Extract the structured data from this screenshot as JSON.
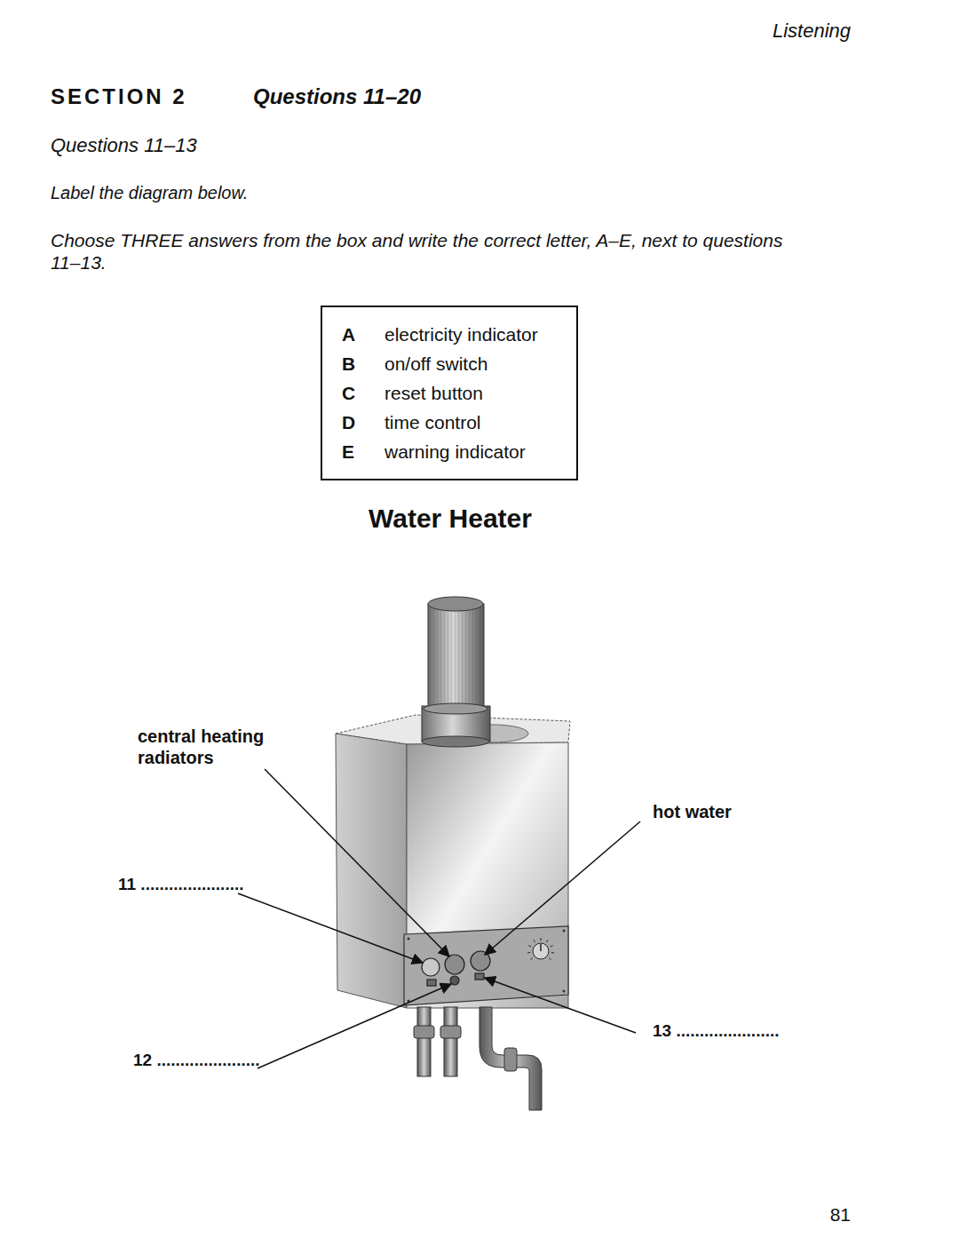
{
  "diagram": {
    "title": "Water Heater",
    "nodes": [
      {
        "text": [
          "A",
          "electricity indicator",
          "B",
          "on/off switch",
          "C",
          "reset button",
          "D",
          "time control",
          "E",
          "warning indicator"
        ]
      }
    ],
    "labels": [
      "Listening",
      "SECTION 2",
      "Questions 11–20",
      "Questions 11–13",
      "Label the diagram below.",
      "Choose THREE answers from the box and write the correct letter, A–E, next to questions 11–13.",
      "central heating radiators",
      "hot water",
      "11 ......................",
      "12 ......................",
      "13 ......................",
      "81"
    ]
  }
}
